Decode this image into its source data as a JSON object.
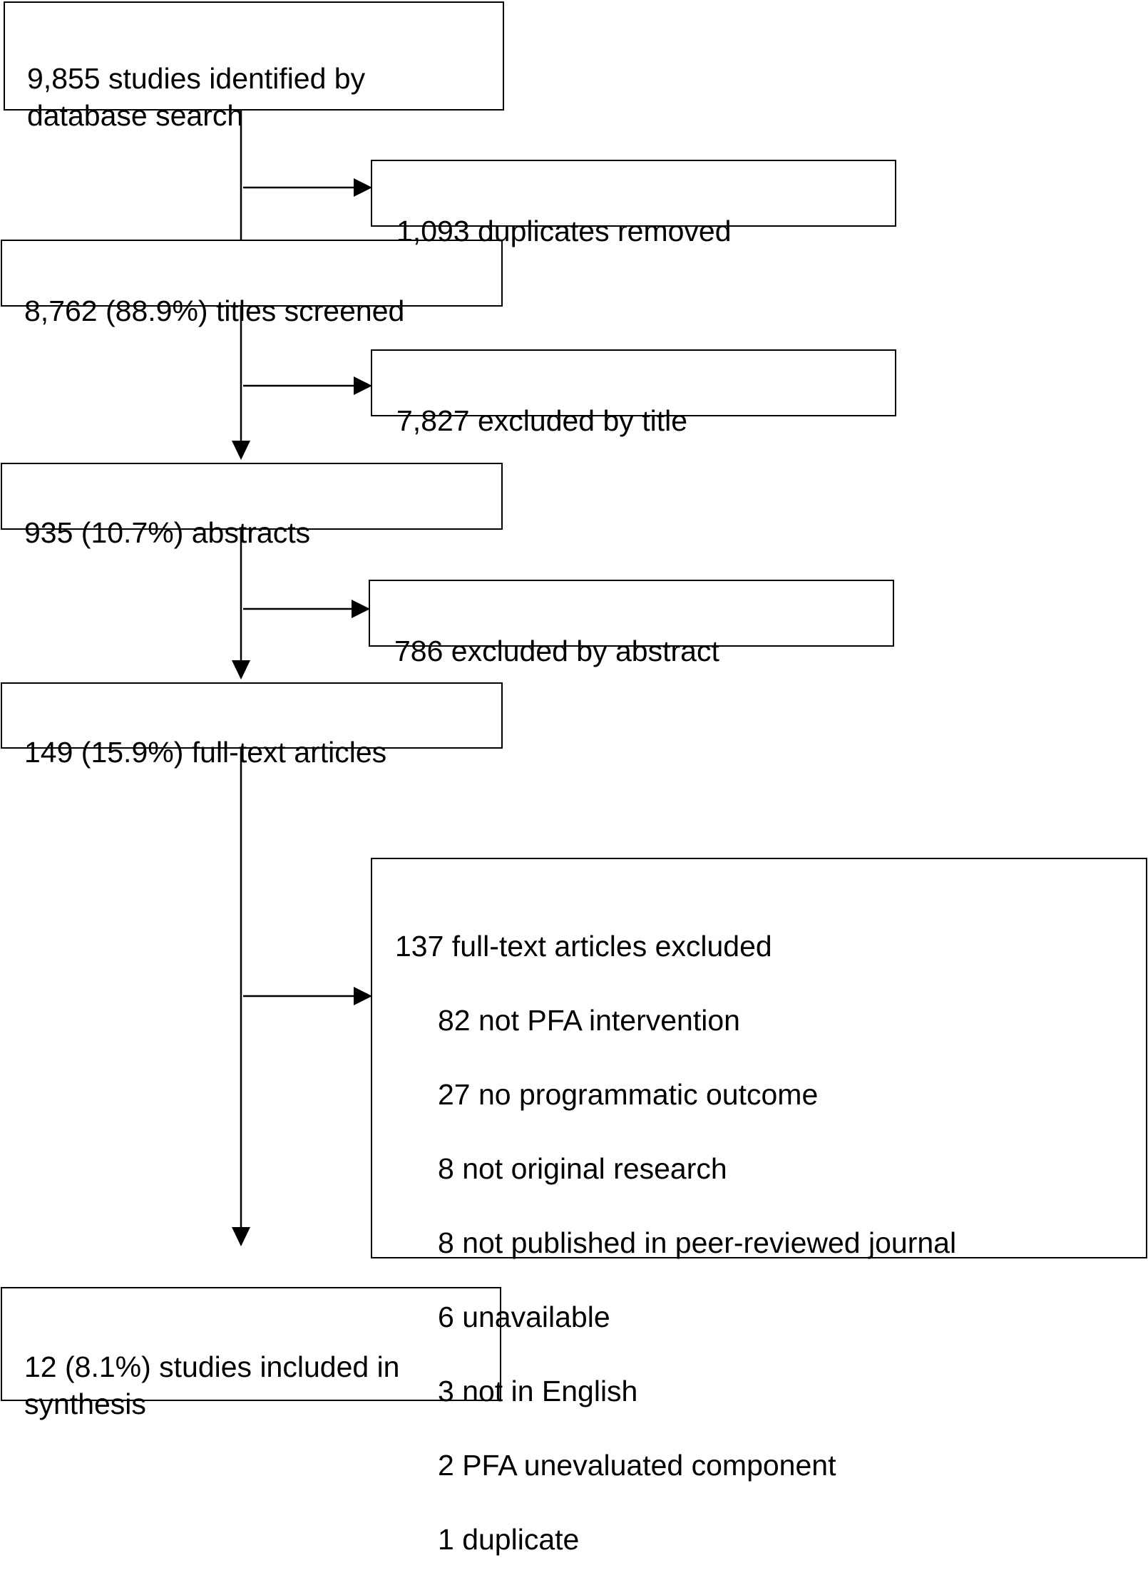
{
  "diagram": {
    "main_boxes": [
      {
        "id": "identified",
        "text": "9,855 studies identified by\ndatabase search"
      },
      {
        "id": "screened",
        "text": "8,762 (88.9%) titles screened"
      },
      {
        "id": "abstracts",
        "text": "935 (10.7%) abstracts"
      },
      {
        "id": "fulltext",
        "text": "149 (15.9%) full-text articles"
      },
      {
        "id": "included",
        "text": "12 (8.1%) studies included in\nsynthesis"
      }
    ],
    "side_boxes": [
      {
        "id": "duplicates",
        "text": "1,093 duplicates removed"
      },
      {
        "id": "excluded-title",
        "text": "7,827 excluded by title"
      },
      {
        "id": "excluded-abstract",
        "text": "786 excluded by abstract"
      }
    ],
    "fulltext_exclusions": {
      "header": "137 full-text articles excluded",
      "reasons": [
        "82 not PFA intervention",
        "27 no programmatic outcome",
        "8 not original research",
        "8 not published in peer-reviewed journal",
        "6 unavailable",
        "3 not in English",
        "2 PFA unevaluated component",
        "1 duplicate"
      ]
    },
    "colors": {
      "line": "#000000",
      "background": "#ffffff",
      "text": "#000000"
    }
  }
}
